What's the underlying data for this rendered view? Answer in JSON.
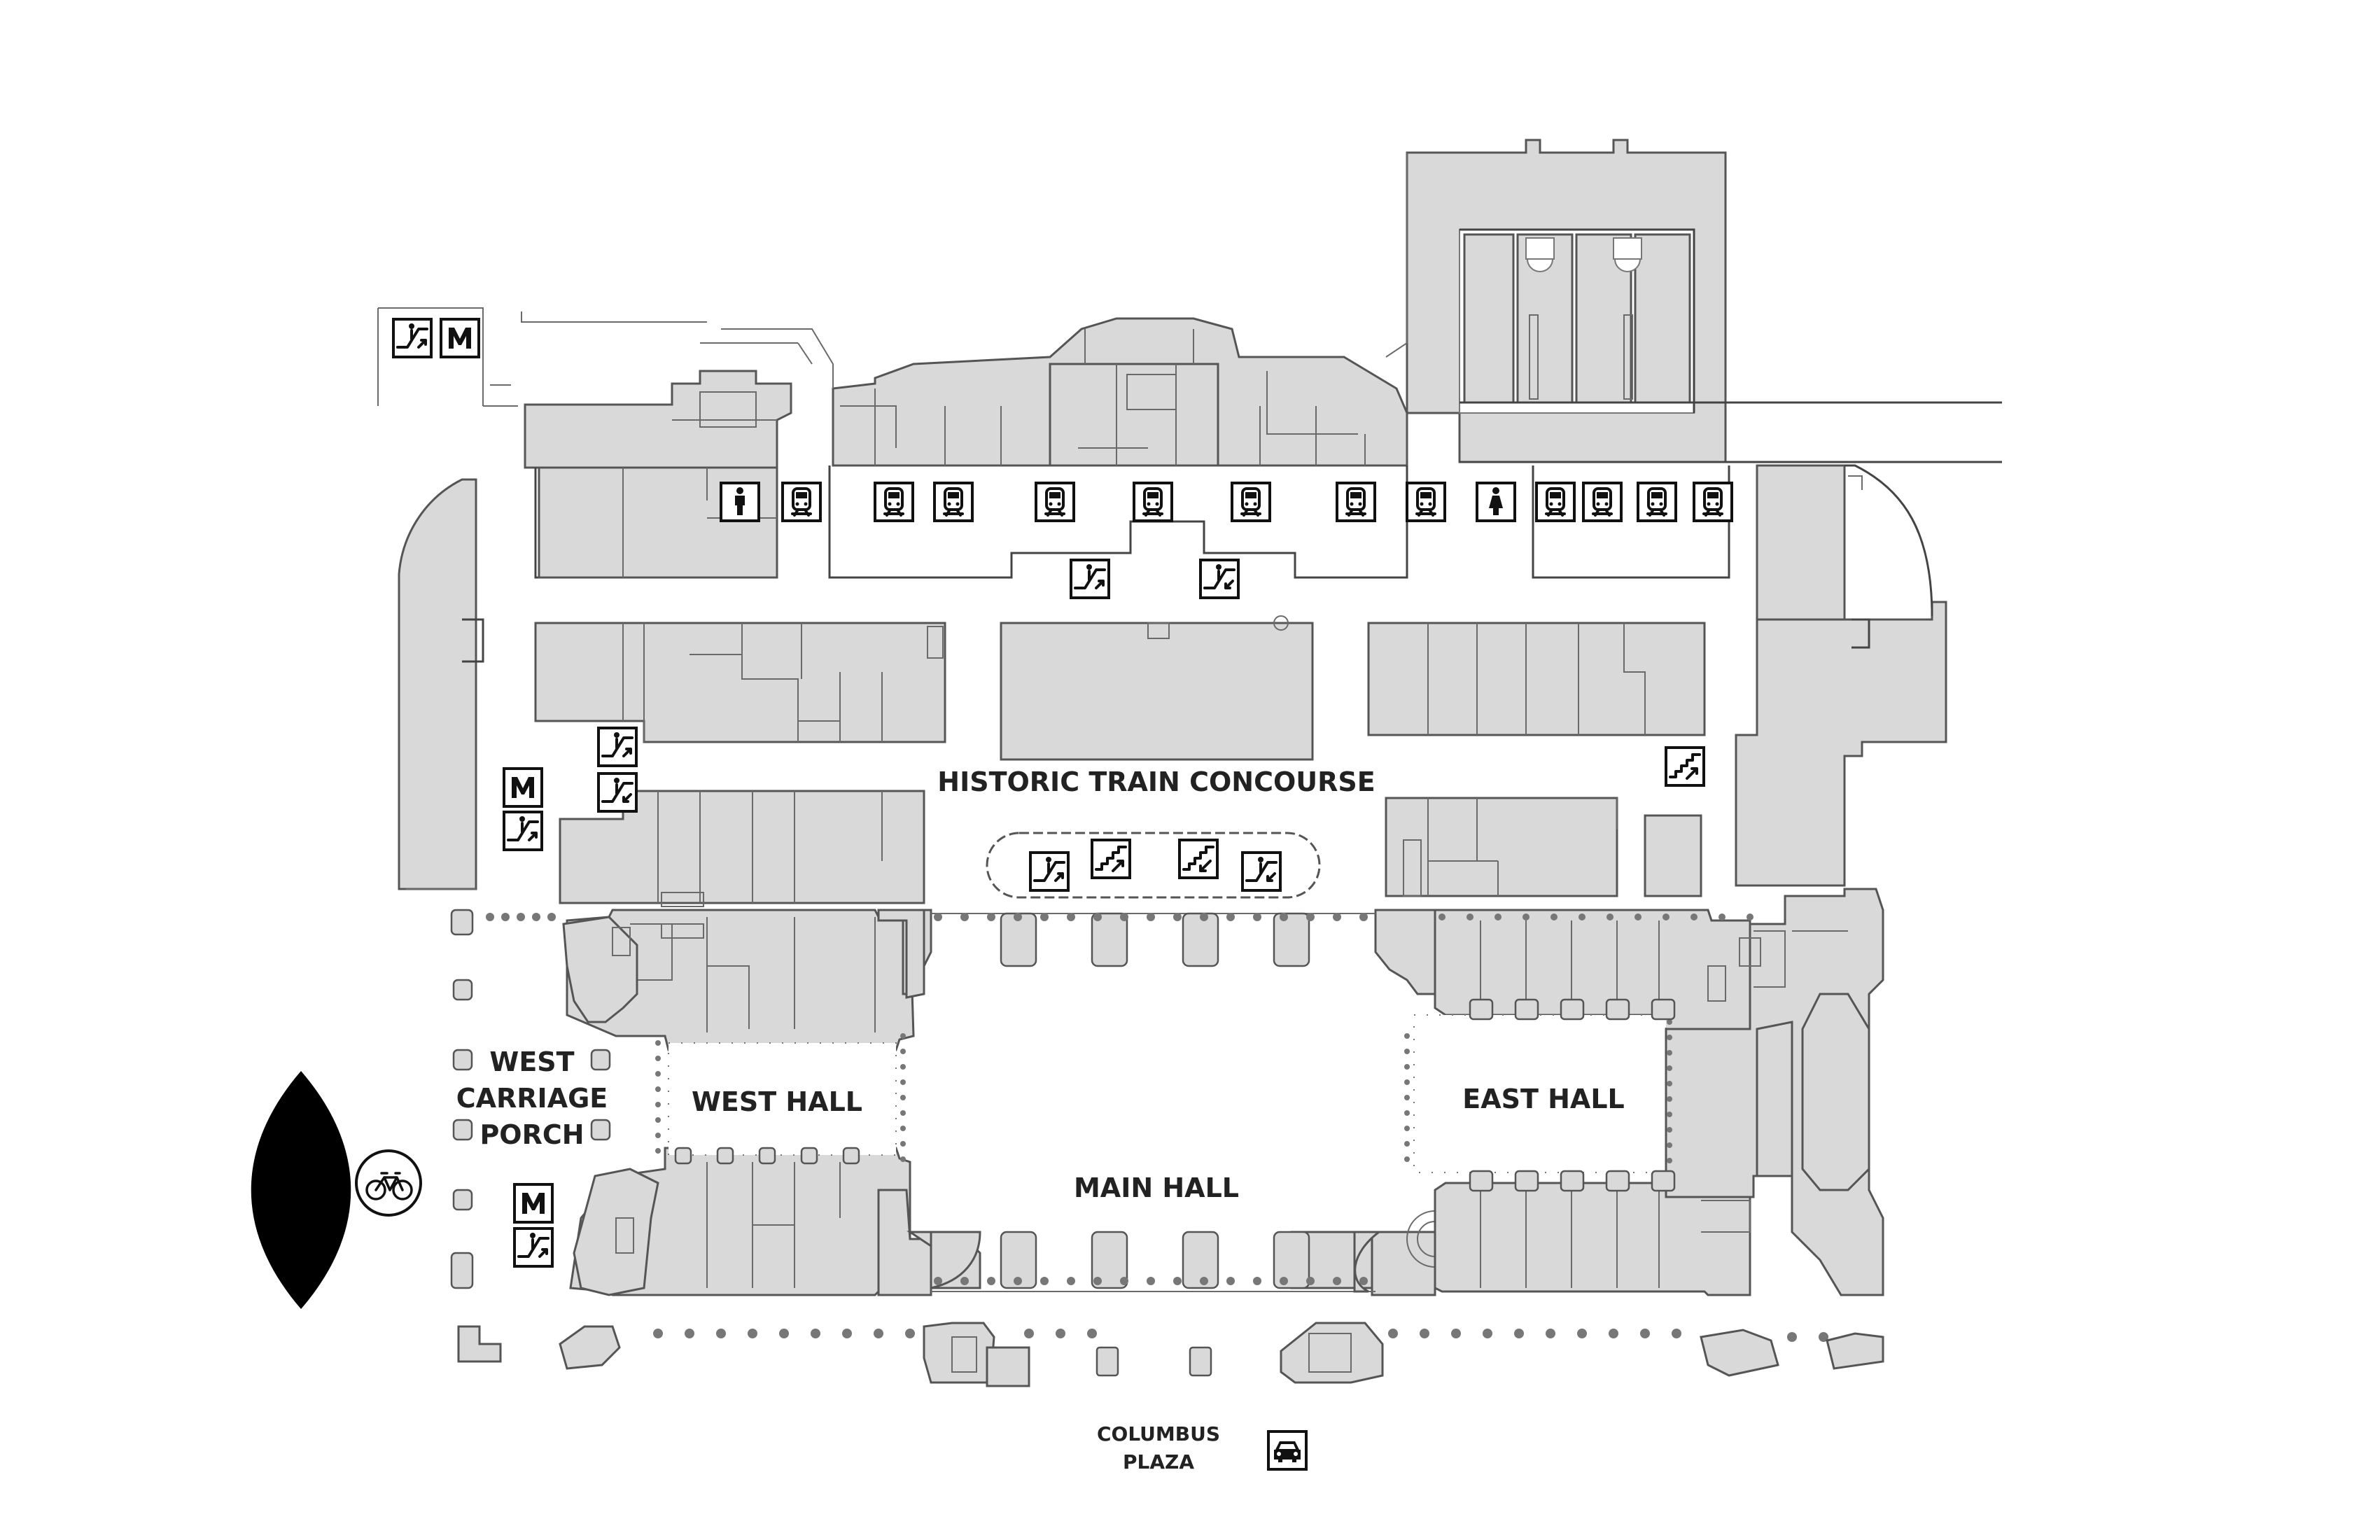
{
  "map": {
    "labels": {
      "historic_train_concourse": "HISTORIC TRAIN CONCOURSE",
      "west_carriage_porch_line1": "WEST",
      "west_carriage_porch_line2": "CARRIAGE",
      "west_carriage_porch_line3": "PORCH",
      "west_hall": "WEST HALL",
      "east_hall": "EAST HALL",
      "main_hall": "MAIN HALL",
      "columbus_plaza_line1": "COLUMBUS",
      "columbus_plaza_line2": "PLAZA"
    },
    "icons": {
      "metro_letter": "M",
      "types": [
        "escalator-icon",
        "metro-icon",
        "train-icon",
        "restroom-men-icon",
        "restroom-women-icon",
        "stairs-icon",
        "bicycle-icon",
        "taxi-icon"
      ]
    },
    "colors": {
      "building_fill": "#d9d9d9",
      "outline": "#555555",
      "icon_ink": "#111111",
      "background": "#ffffff",
      "north_arrow": "#000000"
    }
  }
}
